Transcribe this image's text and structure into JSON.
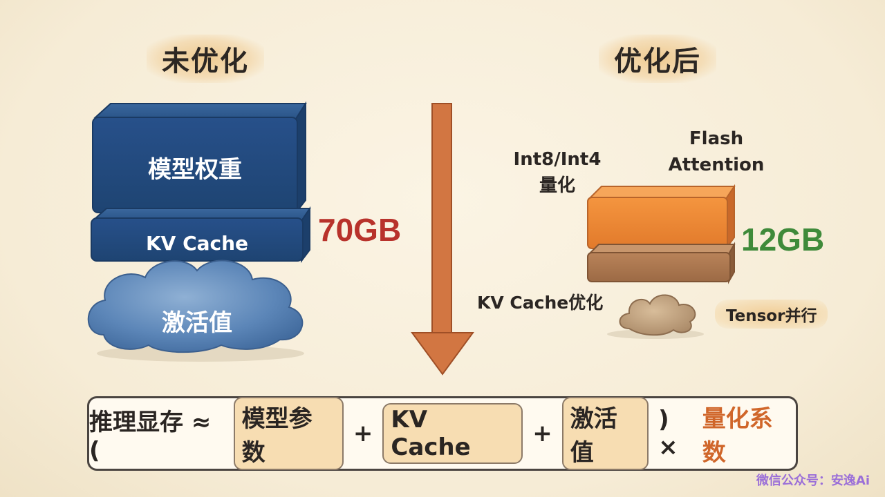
{
  "headings": {
    "before": "未优化",
    "after": "优化后"
  },
  "before": {
    "weights_label": "模型权重",
    "kv_label": "KV Cache",
    "activation_label": "激活值",
    "total": "70GB"
  },
  "after": {
    "quant_label_line1": "Int8/Int4",
    "quant_label_line2": "量化",
    "flash_line1": "Flash",
    "flash_line2": "Attention",
    "total": "12GB",
    "kv_opt_label": "KV Cache优化",
    "tensor_label": "Tensor并行"
  },
  "formula": {
    "lhs": "推理显存 ≈ (",
    "term1": "模型参数",
    "plus1": "+",
    "term2": "KV Cache",
    "plus2": "+",
    "term3": "激活值",
    "close": ") ×",
    "factor": "量化系数"
  },
  "watermark": "微信公众号：安逸Ai",
  "colors": {
    "before_total": "#b8322b",
    "after_total": "#3f8a3a",
    "arrow": "#d27642",
    "navy": "#264f83",
    "orange": "#ec8b3a"
  },
  "icons": {
    "arrow": "down-arrow-icon",
    "cloud": "cloud-icon"
  }
}
